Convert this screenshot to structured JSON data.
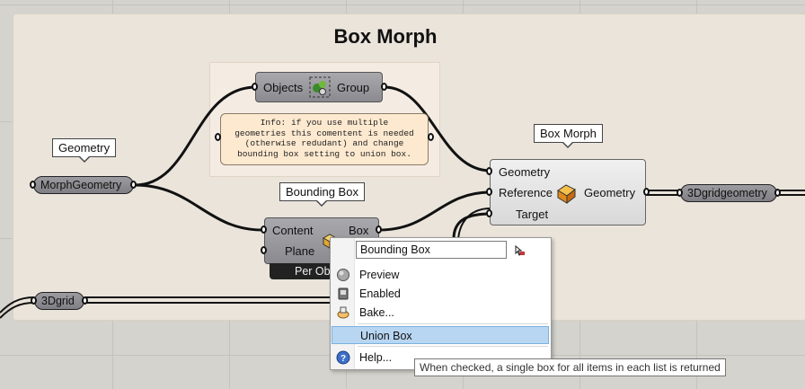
{
  "group": {
    "title": "Box Morph"
  },
  "info_note": {
    "lines": [
      "Info: if you use multiple",
      "geometries this comentent is needed",
      "(otherwise redudant) and change",
      "bounding box setting to union box."
    ]
  },
  "group_component": {
    "input": "Objects",
    "output": "Group",
    "icon": "group-icon"
  },
  "box_morph_component": {
    "inputs": [
      "Geometry",
      "Reference",
      "Target"
    ],
    "output": "Geometry",
    "icon": "box-morph-icon"
  },
  "bounding_box_component": {
    "inputs": [
      "Content",
      "Plane"
    ],
    "output": "Box",
    "footer": "Per Ob",
    "icon": "bounding-box-icon"
  },
  "bubbles": {
    "geometry": "Geometry",
    "box_morph": "Box Morph",
    "bounding_box": "Bounding Box"
  },
  "params": {
    "morph_geometry": "MorphGeometry",
    "grid": "3Dgrid",
    "grid_geometry": "3Dgridgeometry"
  },
  "context_menu": {
    "name_value": "Bounding Box",
    "items": [
      {
        "label": "Preview",
        "icon": "preview-icon"
      },
      {
        "label": "Enabled",
        "icon": "enabled-icon"
      },
      {
        "label": "Bake...",
        "icon": "bake-icon"
      },
      {
        "label": "Union Box",
        "icon": "",
        "highlighted": true
      },
      {
        "label": "Help...",
        "icon": "help-icon"
      }
    ]
  },
  "tooltip": "When checked, a single box for all items in each list is returned",
  "colors": {
    "canvas": "#d5d3cd",
    "group_panel": "#eae4db",
    "component": "#9c9ca0",
    "note": "#fde9d0",
    "menu_highlight": "#b8d6f2"
  }
}
